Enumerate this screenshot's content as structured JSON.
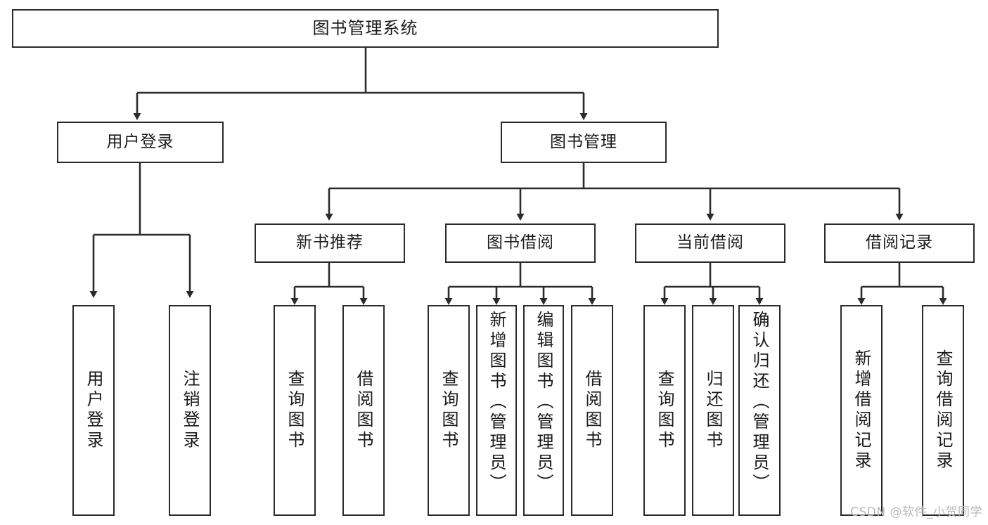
{
  "diagram": {
    "title": "图书管理系统",
    "type": "tree-hierarchy-diagram",
    "colors": {
      "box_border": "#2b2b2b",
      "box_fill": "#ffffff",
      "line": "#2b2b2b",
      "text": "#1a1a1a",
      "watermark": "#b9b9b9",
      "background": "#ffffff"
    },
    "root": {
      "label": "图书管理系统"
    },
    "level2": [
      {
        "label": "用户登录"
      },
      {
        "label": "图书管理"
      }
    ],
    "level3": [
      {
        "label": "新书推荐"
      },
      {
        "label": "图书借阅"
      },
      {
        "label": "当前借阅"
      },
      {
        "label": "借阅记录"
      }
    ],
    "leaves": {
      "user_login": [
        {
          "label": "用户登录"
        },
        {
          "label": "注销登录"
        }
      ],
      "new_book_recommend": [
        {
          "label": "查询图书"
        },
        {
          "label": "借阅图书"
        }
      ],
      "book_borrow": [
        {
          "label": "查询图书"
        },
        {
          "label": "新增图书（管理员）"
        },
        {
          "label": "编辑图书（管理员）"
        },
        {
          "label": "借阅图书"
        }
      ],
      "current_borrow": [
        {
          "label": "查询图书"
        },
        {
          "label": "归还图书"
        },
        {
          "label": "确认归还（管理员）"
        }
      ],
      "borrow_record": [
        {
          "label": "新增借阅记录"
        },
        {
          "label": "查询借阅记录"
        }
      ]
    }
  },
  "watermark": {
    "text": "CSDN @软件_小贺同学"
  }
}
